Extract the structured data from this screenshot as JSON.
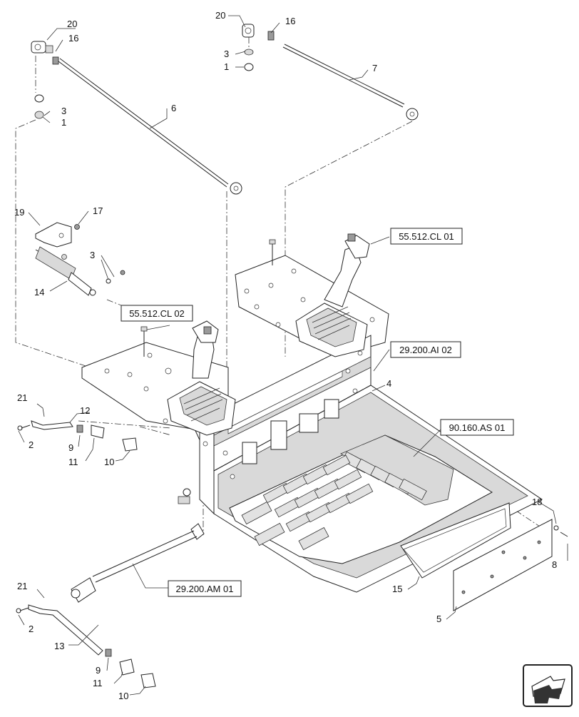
{
  "references": {
    "cl01": "55.512.CL 01",
    "cl02": "55.512.CL 02",
    "ai02": "29.200.AI 02",
    "as01": "90.160.AS 01",
    "am01": "29.200.AM 01"
  },
  "callouts": {
    "n20a": "20",
    "n16a": "16",
    "n3a": "3",
    "n1a": "1",
    "n6": "6",
    "n20b": "20",
    "n16b": "16",
    "n3b": "3",
    "n1b": "1",
    "n7": "7",
    "n19": "19",
    "n17": "17",
    "n3c": "3",
    "n14": "14",
    "n4": "4",
    "n21a": "21",
    "n12": "12",
    "n2a": "2",
    "n9a": "9",
    "n11a": "11",
    "n10a": "10",
    "n18": "18",
    "n8": "8",
    "n15": "15",
    "n5": "5",
    "n21b": "21",
    "n2b": "2",
    "n13": "13",
    "n9b": "9",
    "n11b": "11",
    "n10b": "10"
  },
  "icons": {
    "nav": "forward-arrow-icon"
  }
}
